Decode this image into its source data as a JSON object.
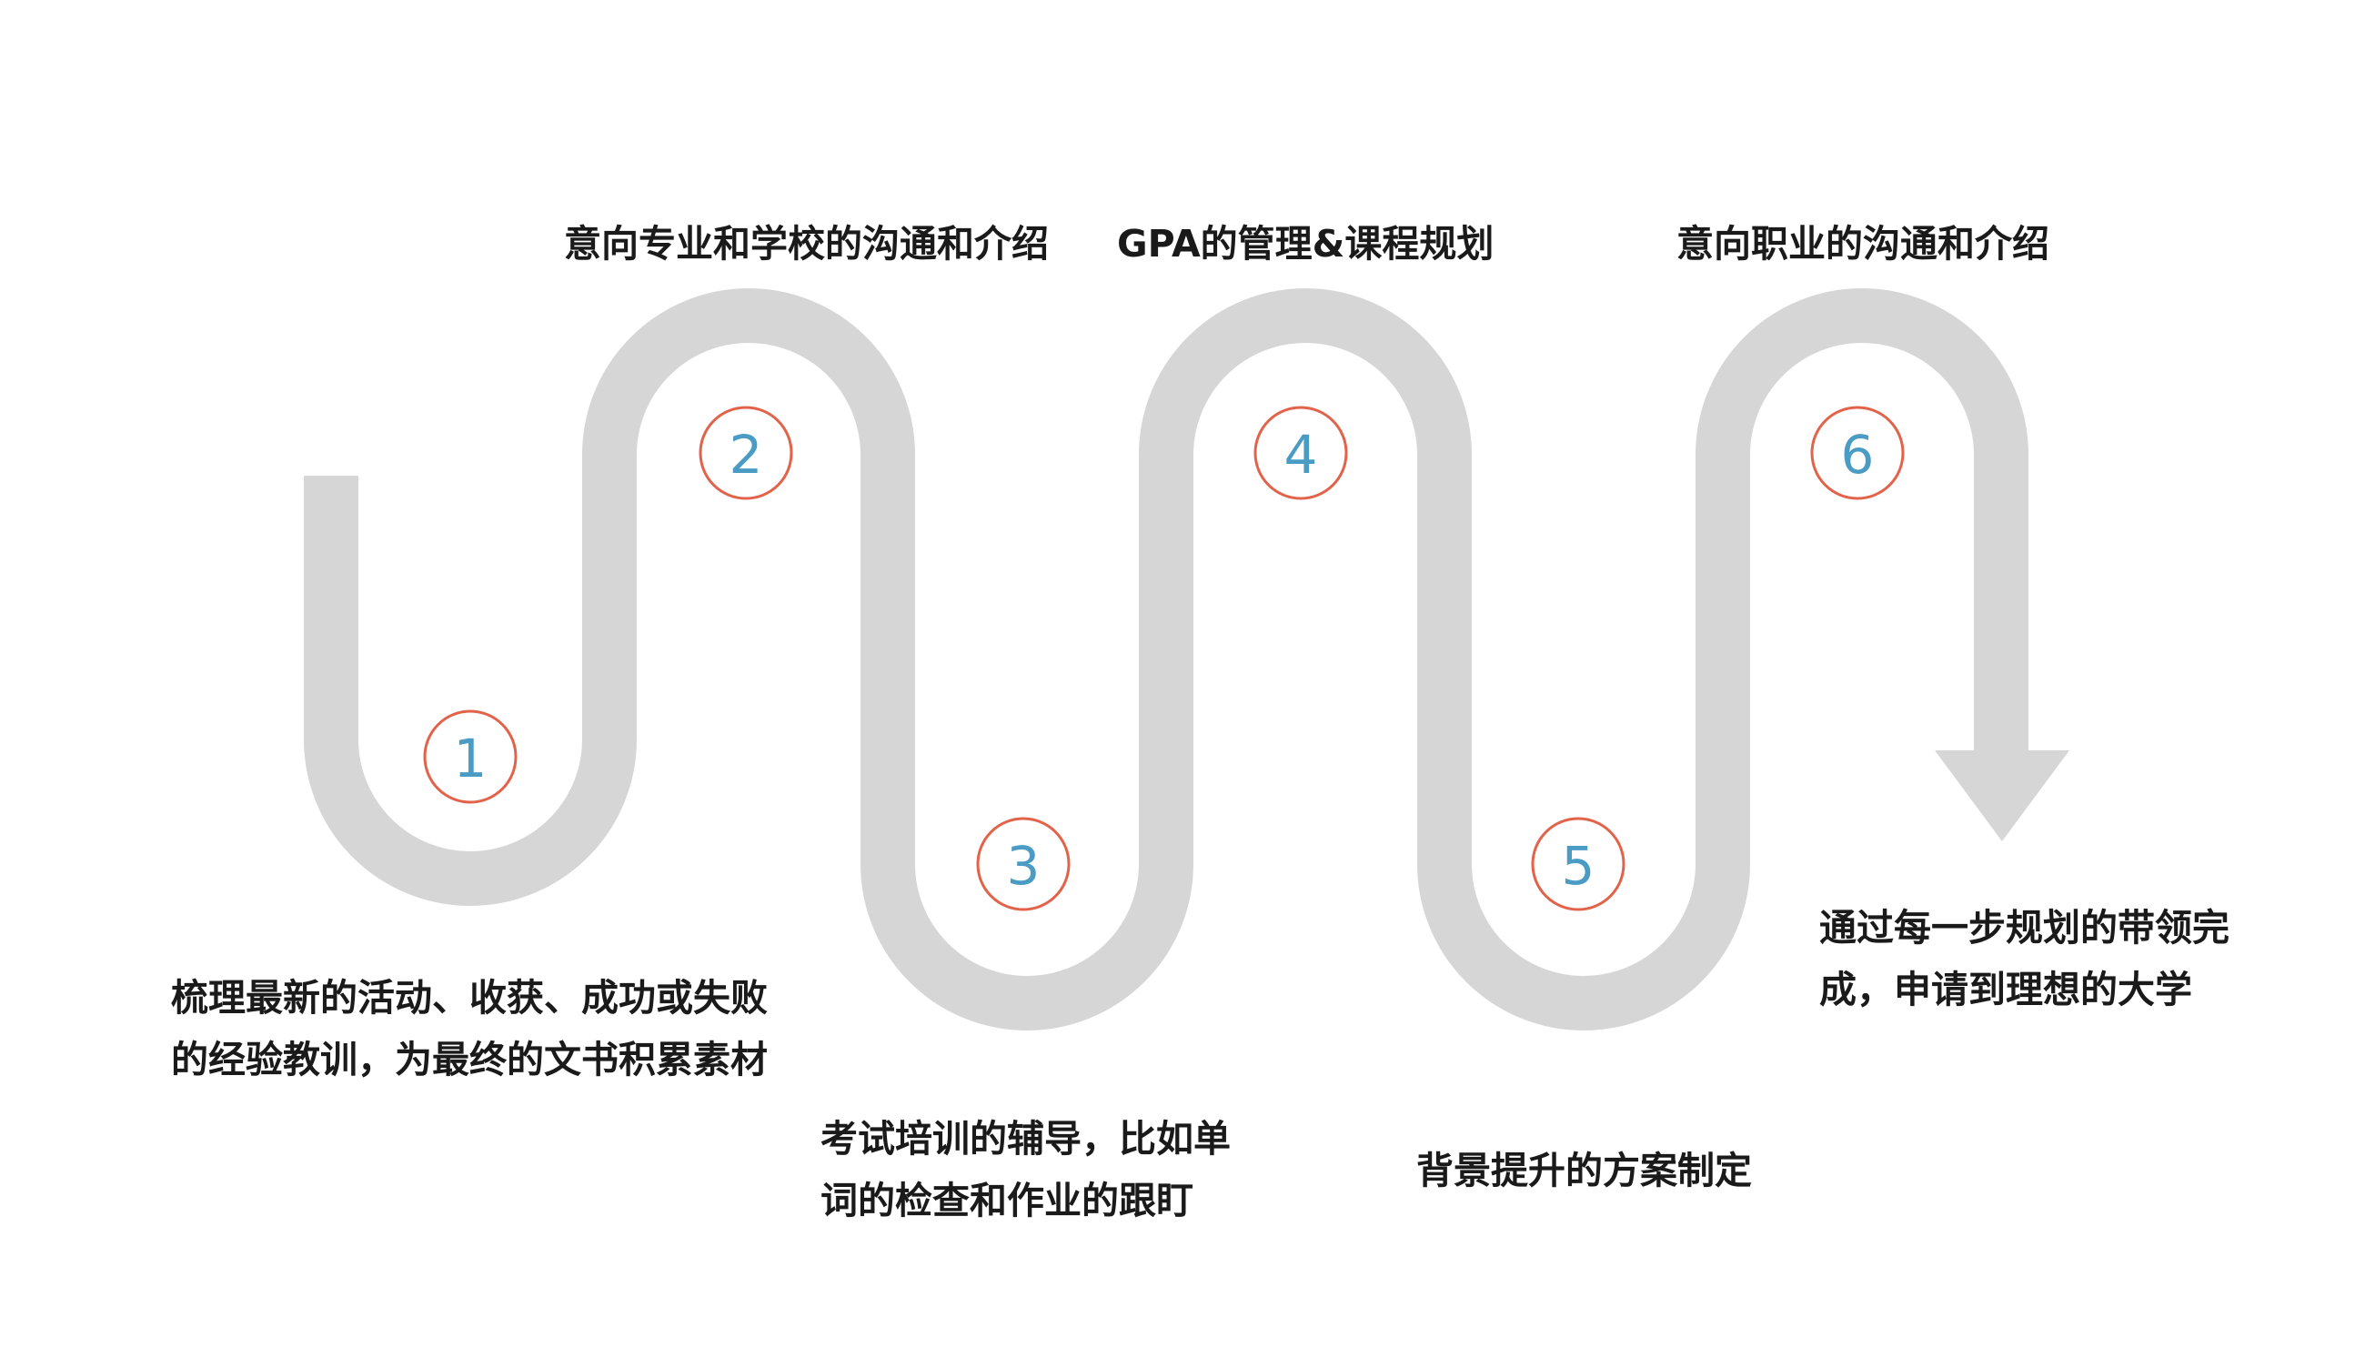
{
  "colors": {
    "path": "#d6d6d6",
    "circle_stroke": "#e2634a",
    "number": "#4a9cc4",
    "text": "#1a1a1a"
  },
  "steps": [
    {
      "number": "1",
      "lines": [
        "梳理最新的活动、收获、成功或失败",
        "的经验教训，为最终的文书积累素材"
      ]
    },
    {
      "number": "2",
      "lines": [
        "意向专业和学校的沟通和介绍"
      ]
    },
    {
      "number": "3",
      "lines": [
        "考试培训的辅导，比如单",
        "词的检查和作业的跟盯"
      ]
    },
    {
      "number": "4",
      "lines": [
        "GPA的管理&课程规划"
      ]
    },
    {
      "number": "5",
      "lines": [
        "背景提升的方案制定"
      ]
    },
    {
      "number": "6",
      "lines": [
        "意向职业的沟通和介绍"
      ]
    }
  ],
  "final": {
    "lines": [
      "通过每一步规划的带领完",
      "成，申请到理想的大学"
    ]
  }
}
